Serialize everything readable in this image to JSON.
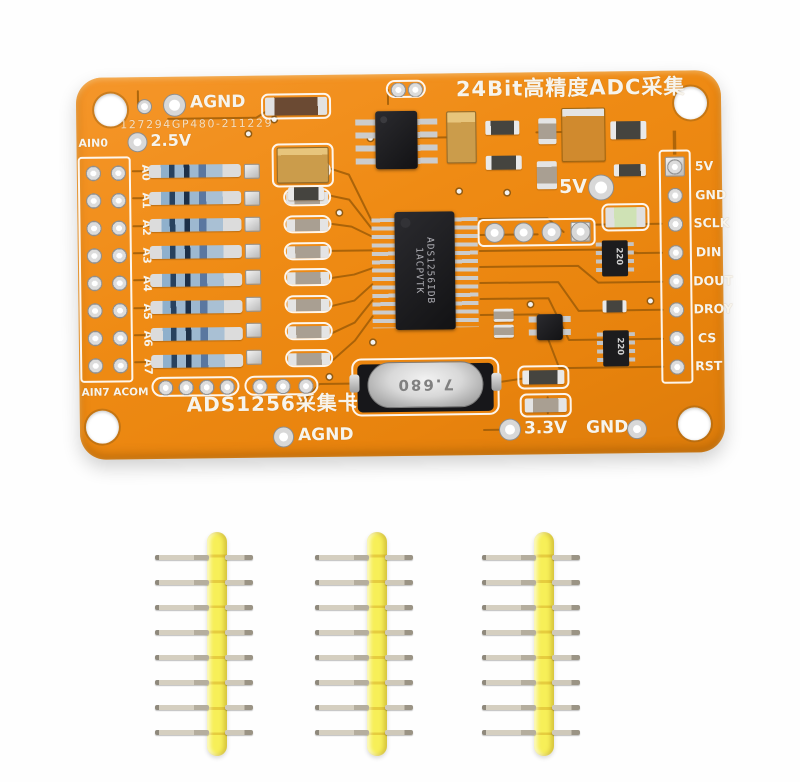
{
  "product": {
    "headline": "24Bit高精度ADC采集",
    "board_name": "ADS1256采集卡",
    "serial_number": "127294GP480-211229"
  },
  "silkscreen": {
    "agnd_top": "AGND",
    "agnd_bottom": "AGND",
    "ain0": "AIN0",
    "vref": "2.5V",
    "ain7_acom": "AIN7 ACOM",
    "tp_5v": "5V",
    "tp_3v3": "3.3V",
    "tp_gnd": "GND",
    "analog_channels": [
      "A0",
      "A1",
      "A2",
      "A3",
      "A4",
      "A5",
      "A6",
      "A7"
    ],
    "interface_pins": [
      "5V",
      "GND",
      "SCLK",
      "DIN",
      "DOUT",
      "DROY",
      "CS",
      "RST"
    ]
  },
  "component_markings": {
    "adc_ic_line1": "ADS1256IDB",
    "adc_ic_line2": "1ACPVTK",
    "crystal_mhz": "7.680",
    "resistor_network": "220"
  },
  "colors": {
    "pcb_orange": "#ee8a12",
    "trace_dark": "#9a5a07",
    "silkscreen_white": "#f7f4ec",
    "header_yellow": "#f3e94e",
    "ic_black": "#1d1d20",
    "pad_silver": "#d8d8d8"
  }
}
